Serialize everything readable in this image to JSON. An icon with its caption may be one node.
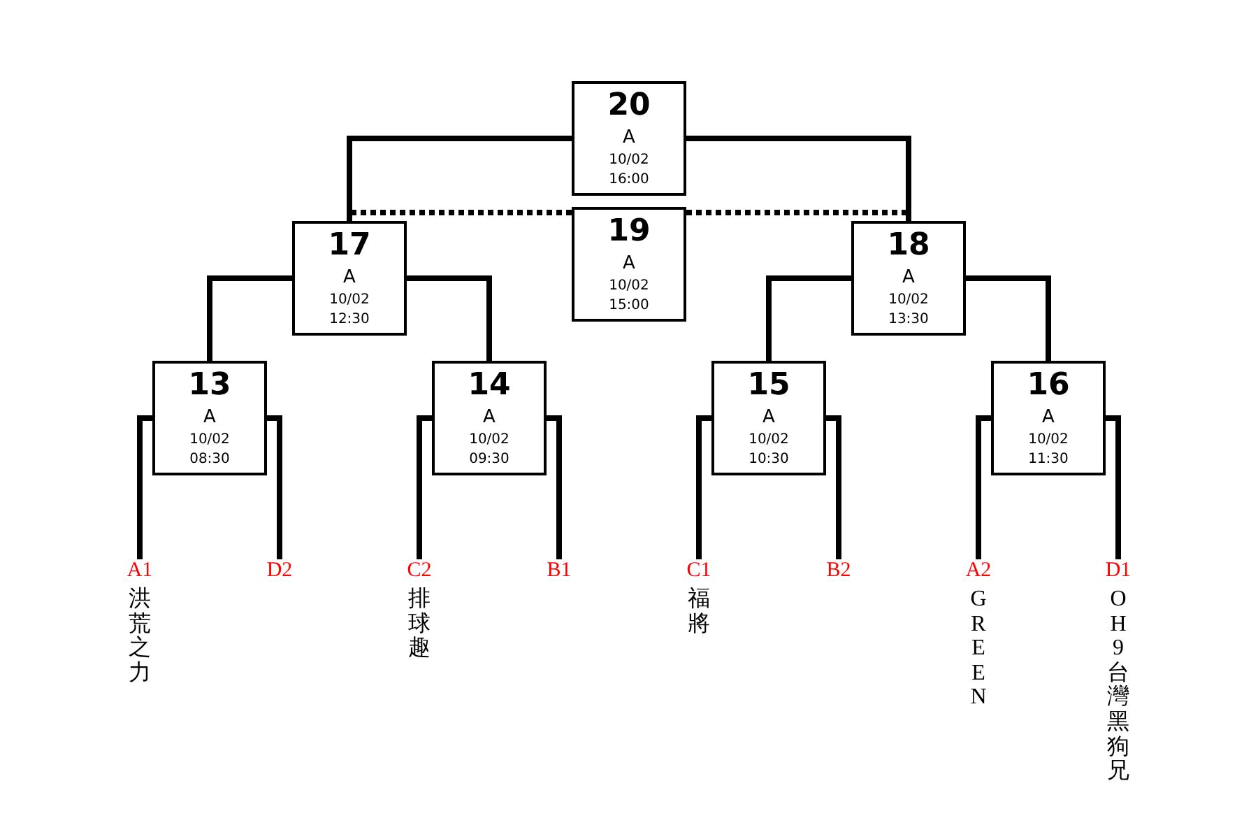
{
  "diagram": {
    "nodes": [
      {
        "text": [
          "20",
          "A",
          "10/02",
          "16:00"
        ]
      },
      {
        "text": [
          "19",
          "A",
          "10/02",
          "15:00"
        ]
      },
      {
        "text": [
          "17",
          "A",
          "10/02",
          "12:30"
        ]
      },
      {
        "text": [
          "18",
          "A",
          "10/02",
          "13:30"
        ]
      },
      {
        "text": [
          "13",
          "A",
          "10/02",
          "08:30"
        ]
      },
      {
        "text": [
          "14",
          "A",
          "10/02",
          "09:30"
        ]
      },
      {
        "text": [
          "15",
          "A",
          "10/02",
          "10:30"
        ]
      },
      {
        "text": [
          "16",
          "A",
          "10/02",
          "11:30"
        ]
      },
      {
        "text": [
          "A1",
          "洪荒之力"
        ]
      },
      {
        "text": [
          "D2"
        ]
      },
      {
        "text": [
          "C2",
          "排球趣"
        ]
      },
      {
        "text": [
          "B1"
        ]
      },
      {
        "text": [
          "C1",
          "福將"
        ]
      },
      {
        "text": [
          "B2"
        ]
      },
      {
        "text": [
          "A2",
          "GREEN"
        ]
      },
      {
        "text": [
          "D1",
          "OH9台灣黑狗兄"
        ]
      }
    ],
    "edges": [
      {
        "from": 2,
        "to": 0,
        "arrow": "none"
      },
      {
        "from": 3,
        "to": 0,
        "arrow": "none"
      },
      {
        "from": 2,
        "to": 1,
        "arrow": "none",
        "style": "dashed"
      },
      {
        "from": 3,
        "to": 1,
        "arrow": "none",
        "style": "dashed"
      },
      {
        "from": 4,
        "to": 2,
        "arrow": "none"
      },
      {
        "from": 5,
        "to": 2,
        "arrow": "none"
      },
      {
        "from": 6,
        "to": 3,
        "arrow": "none"
      },
      {
        "from": 7,
        "to": 3,
        "arrow": "none"
      },
      {
        "from": 8,
        "to": 4,
        "arrow": "none"
      },
      {
        "from": 9,
        "to": 4,
        "arrow": "none"
      },
      {
        "from": 10,
        "to": 5,
        "arrow": "none"
      },
      {
        "from": 11,
        "to": 5,
        "arrow": "none"
      },
      {
        "from": 12,
        "to": 6,
        "arrow": "none"
      },
      {
        "from": 13,
        "to": 6,
        "arrow": "none"
      },
      {
        "from": 14,
        "to": 7,
        "arrow": "none"
      },
      {
        "from": 15,
        "to": 7,
        "arrow": "none"
      }
    ]
  }
}
